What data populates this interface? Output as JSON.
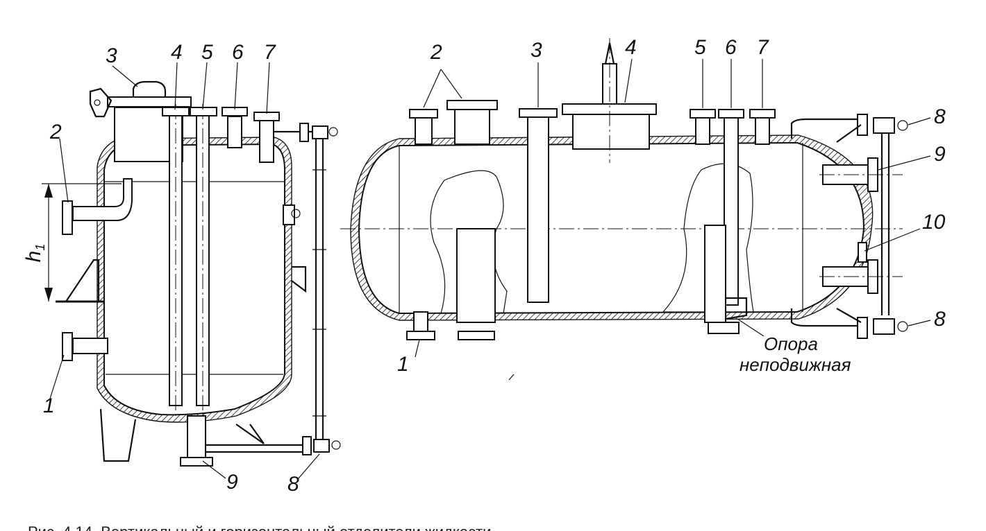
{
  "vertical_vessel": {
    "callouts": [
      "1",
      "2",
      "3",
      "4",
      "5",
      "6",
      "7",
      "8",
      "9"
    ],
    "dimension_label": "h",
    "dimension_subscript": "1"
  },
  "horizontal_vessel": {
    "callouts": [
      "1",
      "2",
      "3",
      "4",
      "5",
      "6",
      "7",
      "8",
      "8",
      "9",
      "10"
    ],
    "support_label_line1": "Опора",
    "support_label_line2": "неподвижная"
  },
  "caption": "Рис. 4.14. Вертикальный и горизонтальный отделители жидкости"
}
